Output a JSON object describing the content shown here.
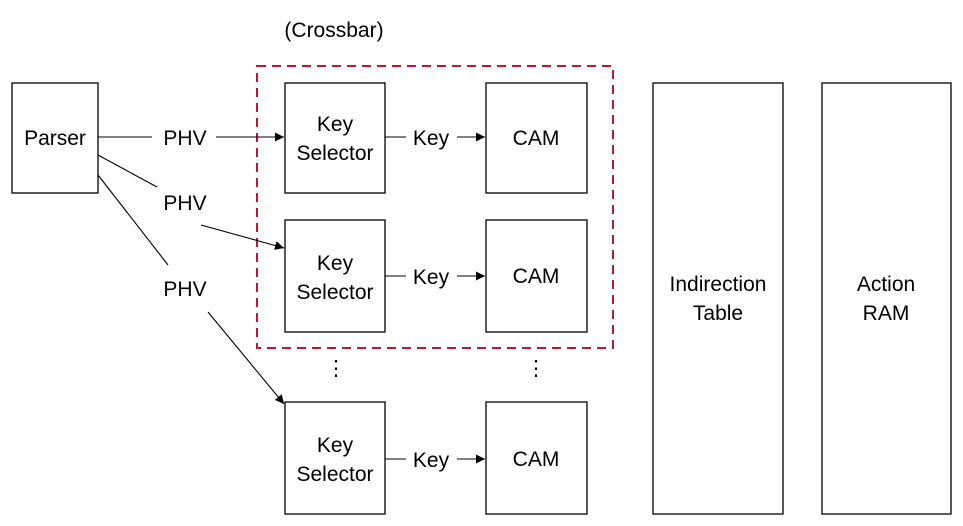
{
  "diagram": {
    "crossbar_label": "(Crossbar)",
    "crossbar_color": "#b01c3a",
    "parser": {
      "label": "Parser"
    },
    "key_selectors": [
      {
        "line1": "Key",
        "line2": "Selector"
      },
      {
        "line1": "Key",
        "line2": "Selector"
      },
      {
        "line1": "Key",
        "line2": "Selector"
      }
    ],
    "cams": [
      {
        "label": "CAM"
      },
      {
        "label": "CAM"
      },
      {
        "label": "CAM"
      }
    ],
    "phv_labels": [
      "PHV",
      "PHV",
      "PHV"
    ],
    "key_labels": [
      "Key",
      "Key",
      "Key"
    ],
    "ellipsis": [
      "⋮",
      "⋮"
    ],
    "indirection_table": {
      "line1": "Indirection",
      "line2": "Table"
    },
    "action_ram": {
      "line1": "Action",
      "line2": "RAM"
    }
  }
}
